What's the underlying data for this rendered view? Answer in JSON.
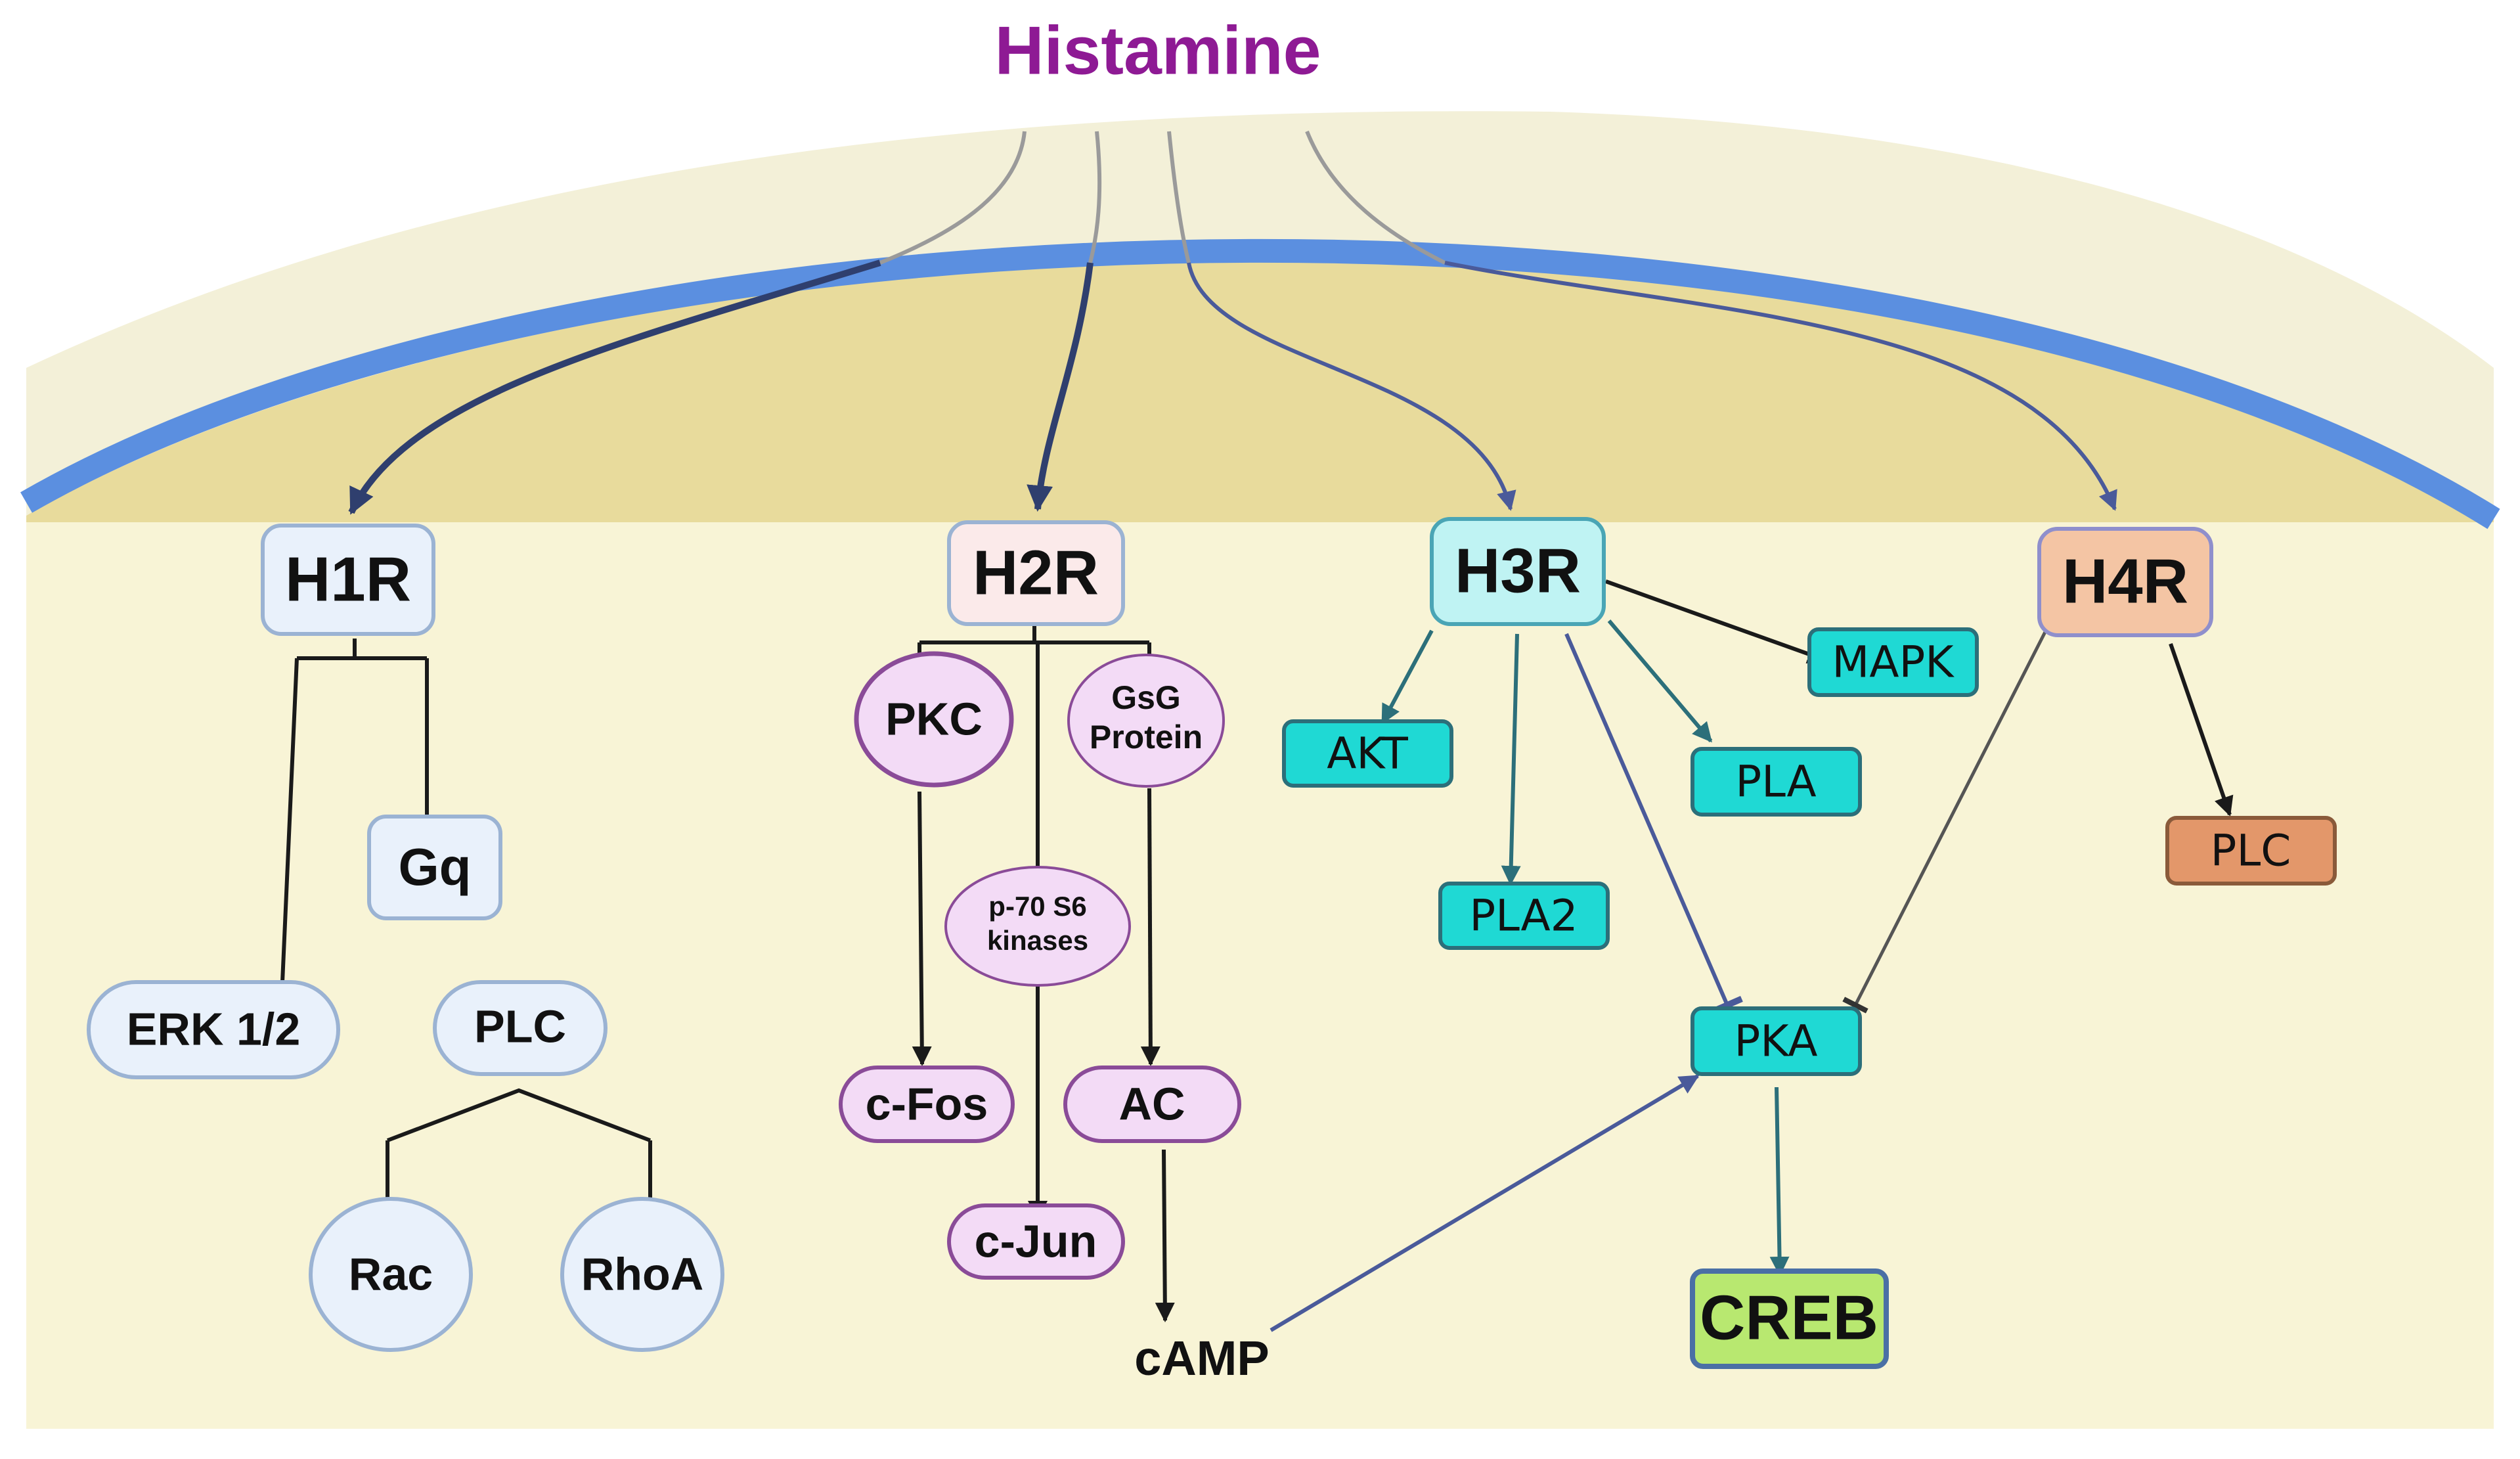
{
  "title": "Histamine",
  "colors": {
    "title": "#8e1a94",
    "membrane": "#5b8fe0",
    "extracellular": "#f3f0d8",
    "intermembrane": "#e8db9c",
    "cytoplasm": "#f8f4d6",
    "h1_family": "#e9f1fb",
    "h2_family": "#f3dbf6",
    "h3_family": "#1fd9d4",
    "h4_family": "#e3976a",
    "creb": "#b8e870"
  },
  "receptors": {
    "h1r": "H1R",
    "h2r": "H2R",
    "h3r": "H3R",
    "h4r": "H4R"
  },
  "h1_pathway": {
    "gq": "Gq",
    "erk": "ERK 1/2",
    "plc": "PLC",
    "rac": "Rac",
    "rhoa": "RhoA"
  },
  "h2_pathway": {
    "pkc": "PKC",
    "gsg_line1": "GsG",
    "gsg_line2": "Protein",
    "p70_line1": "p-70 S6",
    "p70_line2": "kinases",
    "cfos": "c-Fos",
    "cjun": "c-Jun",
    "ac": "AC",
    "camp": "cAMP"
  },
  "h3_pathway": {
    "akt": "AKT",
    "pla2": "PLA2",
    "pla": "PLA",
    "mapk": "MAPK",
    "pka": "PKA",
    "creb": "CREB"
  },
  "h4_pathway": {
    "plc": "PLC"
  }
}
